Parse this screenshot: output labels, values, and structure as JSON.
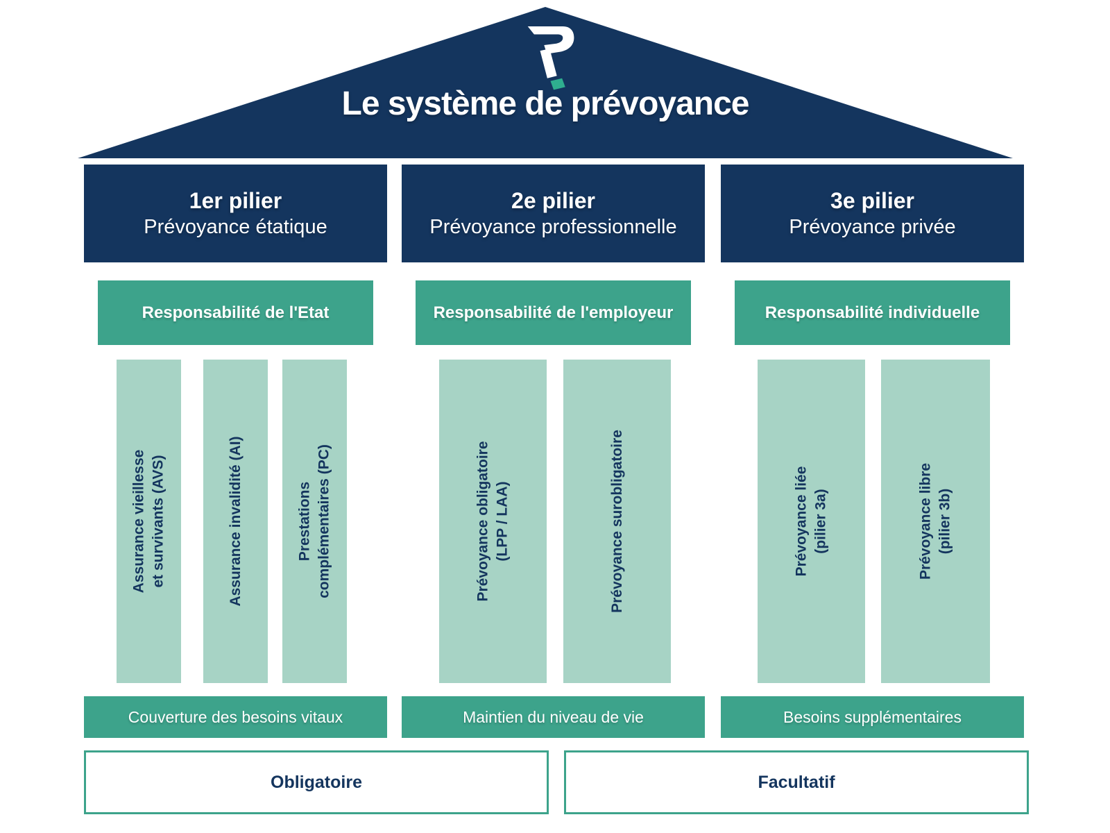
{
  "title": "Le système de prévoyance",
  "logo": {
    "icon": "r-mark-logo"
  },
  "colors": {
    "navy": "#14355e",
    "teal": "#3da38b",
    "light_green": "#a7d3c5",
    "logo_accent": "#2fae8f"
  },
  "pillars": [
    {
      "header": {
        "title": "1er pilier",
        "subtitle": "Prévoyance étatique"
      },
      "responsibility": "Responsabilité de l'Etat",
      "columns": [
        "Assurance vieillesse\net survivants (AVS)",
        "Assurance invalidité (AI)",
        "Prestations\ncomplémentaires (PC)"
      ],
      "goal": "Couverture des besoins vitaux"
    },
    {
      "header": {
        "title": "2e pilier",
        "subtitle": "Prévoyance professionnelle"
      },
      "responsibility": "Responsabilité de l'employeur",
      "columns": [
        "Prévoyance obligatoire\n(LPP / LAA)",
        "Prévoyance surobligatoire"
      ],
      "goal": "Maintien du niveau de vie"
    },
    {
      "header": {
        "title": "3e pilier",
        "subtitle": "Prévoyance privée"
      },
      "responsibility": "Responsabilité individuelle",
      "columns": [
        "Prévoyance liée\n(pilier 3a)",
        "Prévoyance libre\n(pilier 3b)"
      ],
      "goal": "Besoins supplémentaires"
    }
  ],
  "footer": {
    "obligatoire": "Obligatoire",
    "facultatif": "Facultatif"
  }
}
